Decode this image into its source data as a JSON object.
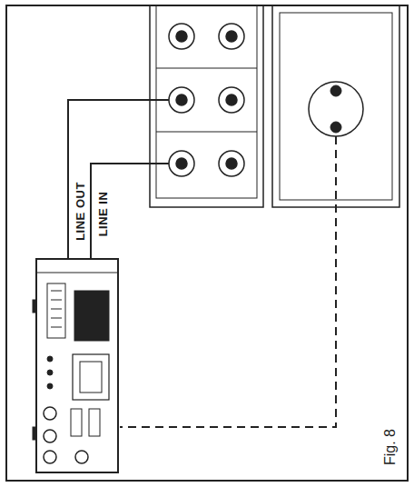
{
  "diagram": {
    "caption": "Fig. 8",
    "labels": [
      "LINE IN",
      "LINE OUT"
    ]
  }
}
